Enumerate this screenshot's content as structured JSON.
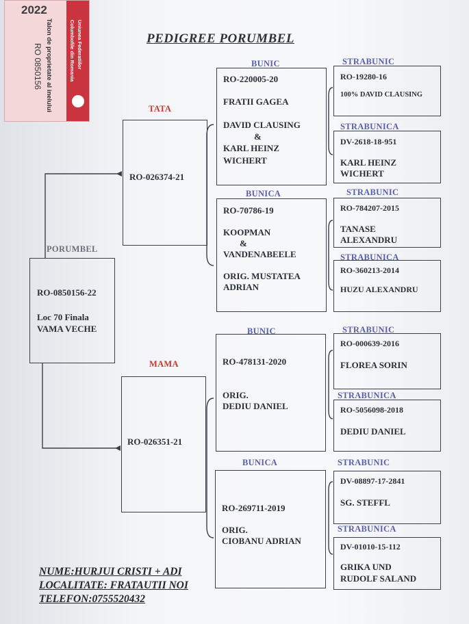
{
  "title": "PEDIGREE PORUMBEL",
  "stamp": {
    "year": "2022",
    "text_lines": [
      "Talon de proprietate al inelului",
      "RO 0850156"
    ],
    "org_lines": [
      "Uniunea Federatiilor",
      "Columbofile din Romania"
    ]
  },
  "porumbel": {
    "label": "PORUMBEL",
    "ring": "RO-0850156-22",
    "line2": "Loc 70 Finala",
    "line3": "VAMA VECHE"
  },
  "tata": {
    "label": "TATA",
    "ring": "RO-026374-21"
  },
  "mama": {
    "label": "MAMA",
    "ring": "RO-026351-21"
  },
  "bunic_tata": {
    "label": "BUNIC",
    "ring": "RO-220005-20",
    "line2": "FRATII GAGEA",
    "line3": "DAVID CLAUSING",
    "line4": "&",
    "line5": "KARL HEINZ",
    "line6": "WICHERT"
  },
  "bunica_tata": {
    "label": "BUNICA",
    "ring": "RO-70786-19",
    "line2": "KOOPMAN",
    "line3": "&",
    "line4": "VANDENABEELE",
    "line5": "ORIG. MUSTATEA",
    "line6": "ADRIAN"
  },
  "bunic_mama": {
    "label": "BUNIC",
    "ring": "RO-478131-2020",
    "line2": "ORIG.",
    "line3": "DEDIU DANIEL"
  },
  "bunica_mama": {
    "label": "BUNICA",
    "ring": "RO-269711-2019",
    "line2": "ORIG.",
    "line3": "CIOBANU ADRIAN"
  },
  "gg": [
    {
      "label": "STRABUNIC",
      "ring": "RO-19280-16",
      "line2": "100% DAVID CLAUSING",
      "line3": ""
    },
    {
      "label": "STRABUNICA",
      "ring": "DV-2618-18-951",
      "line2": "KARL HEINZ",
      "line3": "WICHERT"
    },
    {
      "label": "STRABUNIC",
      "ring": "RO-784207-2015",
      "line2": "TANASE",
      "line3": "ALEXANDRU"
    },
    {
      "label": "STRABUNICA",
      "ring": "RO-360213-2014",
      "line2": "HUZU ALEXANDRU",
      "line3": ""
    },
    {
      "label": "STRABUNIC",
      "ring": "RO-000639-2016",
      "line2": "FLOREA SORIN",
      "line3": ""
    },
    {
      "label": "STRABUNICA",
      "ring": "RO-5056098-2018",
      "line2": "DEDIU DANIEL",
      "line3": ""
    },
    {
      "label": "STRABUNIC",
      "ring": "DV-08897-17-2841",
      "line2": "SG. STEFFL",
      "line3": ""
    },
    {
      "label": "STRABUNICA",
      "ring": "DV-01010-15-112",
      "line2": "GRIKA UND",
      "line3": "RUDOLF SALAND"
    }
  ],
  "footer": {
    "name": "NUME:HURJUI CRISTI + ADI",
    "locality": "LOCALITATE: FRATAUTII NOI",
    "phone": "TELEFON:0755520432"
  },
  "colors": {
    "label_blue": "#5a5fa8",
    "label_red": "#c0392b",
    "stamp_red": "#c9343f",
    "ink": "#2b2f36"
  }
}
